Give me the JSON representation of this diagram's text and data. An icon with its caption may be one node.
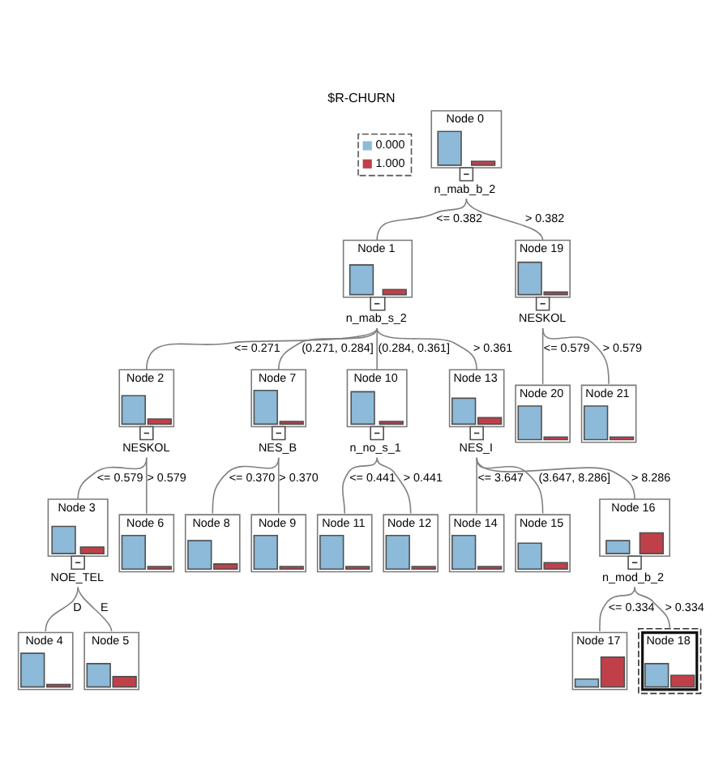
{
  "diagram": {
    "title": "$R-CHURN",
    "nodes": [
      {
        "text": [
          "Node 0"
        ],
        "beside": [
          "n_mab_b_2"
        ]
      },
      {
        "text": [
          "Node 1"
        ],
        "beside": [
          "n_mab_s_2"
        ]
      },
      {
        "text": [
          "Node 2"
        ],
        "beside": [
          "NESKOL"
        ]
      },
      {
        "text": [
          "Node 3"
        ],
        "beside": [
          "NOE_TEL"
        ]
      },
      {
        "text": [
          "Node 4"
        ]
      },
      {
        "text": [
          "Node 5"
        ]
      },
      {
        "text": [
          "Node 6"
        ]
      },
      {
        "text": [
          "Node 7"
        ],
        "beside": [
          "NES_B"
        ]
      },
      {
        "text": [
          "Node 8"
        ]
      },
      {
        "text": [
          "Node 9"
        ]
      },
      {
        "text": [
          "Node 10"
        ],
        "beside": [
          "n_no_s_1"
        ]
      },
      {
        "text": [
          "Node 11"
        ]
      },
      {
        "text": [
          "Node 12"
        ]
      },
      {
        "text": [
          "Node 13"
        ],
        "beside": [
          "NES_I"
        ]
      },
      {
        "text": [
          "Node 14"
        ]
      },
      {
        "text": [
          "Node 15"
        ]
      },
      {
        "text": [
          "Node 16"
        ],
        "beside": [
          "n_mod_b_2"
        ]
      },
      {
        "text": [
          "Node 17"
        ]
      },
      {
        "text": [
          "Node 18"
        ]
      },
      {
        "text": [
          "Node 19"
        ],
        "beside": [
          "NESKOL"
        ]
      },
      {
        "text": [
          "Node 20"
        ]
      },
      {
        "text": [
          "Node 21"
        ]
      }
    ],
    "edges": [
      {
        "from": 0,
        "to": 1,
        "arrow": "none",
        "label": "<= 0.382"
      },
      {
        "from": 0,
        "to": 19,
        "arrow": "none",
        "label": "> 0.382"
      },
      {
        "from": 1,
        "to": 2,
        "arrow": "none",
        "label": "<= 0.271"
      },
      {
        "from": 1,
        "to": 7,
        "arrow": "none",
        "label": "(0.271, 0.284]"
      },
      {
        "from": 1,
        "to": 10,
        "arrow": "none",
        "label": "(0.284, 0.361]"
      },
      {
        "from": 1,
        "to": 13,
        "arrow": "none",
        "label": "> 0.361"
      },
      {
        "from": 19,
        "to": 20,
        "arrow": "none",
        "label": "<= 0.579"
      },
      {
        "from": 19,
        "to": 21,
        "arrow": "none",
        "label": "> 0.579"
      },
      {
        "from": 2,
        "to": 3,
        "arrow": "none",
        "label": "<= 0.579"
      },
      {
        "from": 2,
        "to": 6,
        "arrow": "none",
        "label": "> 0.579"
      },
      {
        "from": 7,
        "to": 8,
        "arrow": "none",
        "label": "<= 0.370"
      },
      {
        "from": 7,
        "to": 9,
        "arrow": "none",
        "label": "> 0.370"
      },
      {
        "from": 10,
        "to": 11,
        "arrow": "none",
        "label": "<= 0.441"
      },
      {
        "from": 10,
        "to": 12,
        "arrow": "none",
        "label": "> 0.441"
      },
      {
        "from": 13,
        "to": 14,
        "arrow": "none",
        "label": "<= 3.647"
      },
      {
        "from": 13,
        "to": 15,
        "arrow": "none",
        "label": "(3.647, 8.286]"
      },
      {
        "from": 13,
        "to": 16,
        "arrow": "none",
        "label": "> 8.286"
      },
      {
        "from": 3,
        "to": 4,
        "arrow": "none",
        "label": "D"
      },
      {
        "from": 3,
        "to": 5,
        "arrow": "none",
        "label": "E"
      },
      {
        "from": 16,
        "to": 17,
        "arrow": "none",
        "label": "<= 0.334"
      },
      {
        "from": 16,
        "to": 18,
        "arrow": "none",
        "label": "> 0.334"
      }
    ],
    "legend": [
      {
        "text": "0.000",
        "color": "#8cbad8"
      },
      {
        "text": "1.000",
        "color": "#c0404a"
      }
    ]
  }
}
